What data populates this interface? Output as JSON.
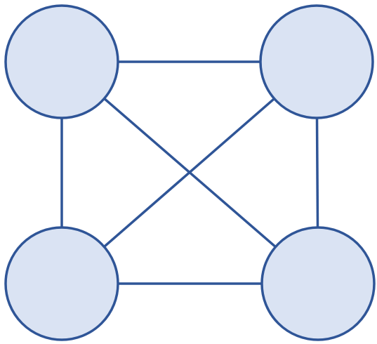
{
  "diagram": {
    "type": "graph",
    "nodes": [
      {
        "id": "top-left"
      },
      {
        "id": "top-right"
      },
      {
        "id": "bottom-left"
      },
      {
        "id": "bottom-right"
      }
    ],
    "edges": [
      {
        "from": "top-left",
        "to": "top-right"
      },
      {
        "from": "bottom-left",
        "to": "bottom-right"
      },
      {
        "from": "top-left",
        "to": "bottom-left"
      },
      {
        "from": "top-right",
        "to": "bottom-right"
      },
      {
        "from": "top-left",
        "to": "bottom-right"
      },
      {
        "from": "top-right",
        "to": "bottom-left"
      }
    ]
  },
  "colors": {
    "node_fill": "#dae3f3",
    "stroke": "#2f5597",
    "background": "#ffffff"
  }
}
